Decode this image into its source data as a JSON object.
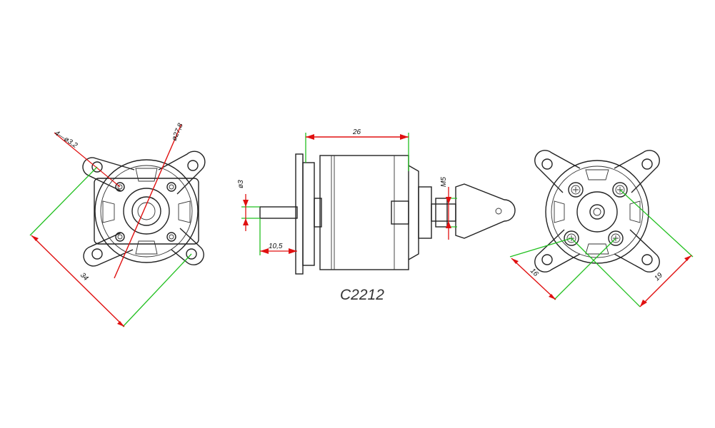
{
  "drawing": {
    "model": "C2212",
    "colors": {
      "outline": "#222222",
      "dimension": "#e01010",
      "extension": "#22c020",
      "background": "#ffffff"
    },
    "front_view": {
      "hole_callout": "4—ø3,2",
      "diameter_callout": "ø27,8",
      "mount_span": "34"
    },
    "side_view": {
      "body_length": "26",
      "shaft_diameter": "ø3",
      "shaft_length": "10,5",
      "thread": "M5"
    },
    "rear_view": {
      "hole_spacing_a": "16",
      "hole_spacing_b": "19"
    }
  }
}
